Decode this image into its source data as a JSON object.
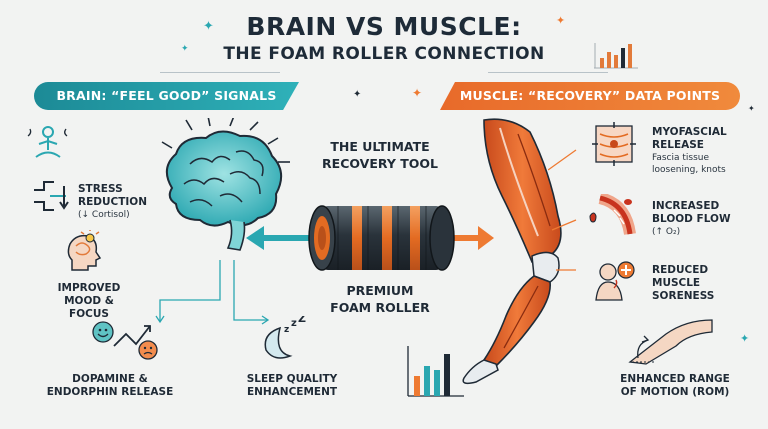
{
  "header": {
    "title": "BRAIN VS MUSCLE:",
    "subtitle": "THE FOAM ROLLER CONNECTION"
  },
  "brain": {
    "banner": "BRAIN: “FEEL GOOD” SIGNALS",
    "items": [
      {
        "label": "STRESS",
        "label2": "REDUCTION",
        "detail": "(↓ Cortisol)",
        "icon": "meditation-icon"
      },
      {
        "label": "IMPROVED",
        "label2": "MOOD & FOCUS",
        "icon": "head-lightbulb-icon"
      },
      {
        "label": "DOPAMINE &",
        "label2": "ENDORPHIN RELEASE",
        "icon": "emoji-chart-icon"
      },
      {
        "label": "SLEEP QUALITY",
        "label2": "ENHANCEMENT",
        "icon": "moon-zzz-icon"
      }
    ]
  },
  "center": {
    "top_label_1": "THE ULTIMATE",
    "top_label_2": "RECOVERY TOOL",
    "bottom_label_1": "PREMIUM",
    "bottom_label_2": "FOAM ROLLER"
  },
  "muscle": {
    "banner": "MUSCLE: “RECOVERY” DATA POINTS",
    "items": [
      {
        "label": "MYOFASCIAL",
        "label2": "RELEASE",
        "detail": "Fascia tissue",
        "detail2": "loosening, knots",
        "icon": "fascia-icon"
      },
      {
        "label": "INCREASED",
        "label2": "BLOOD FLOW",
        "detail": "(↑ O₂)",
        "icon": "blood-vessel-icon"
      },
      {
        "label": "REDUCED",
        "label2": "MUSCLE",
        "label3": "SORENESS",
        "icon": "sore-person-icon"
      },
      {
        "label": "ENHANCED RANGE",
        "label2": "OF MOTION (ROM)",
        "icon": "knee-angle-icon"
      }
    ]
  },
  "colors": {
    "teal": "#2aa7b1",
    "orange": "#ee7a32",
    "dark": "#1f2a36",
    "background": "#f2f3f2"
  }
}
